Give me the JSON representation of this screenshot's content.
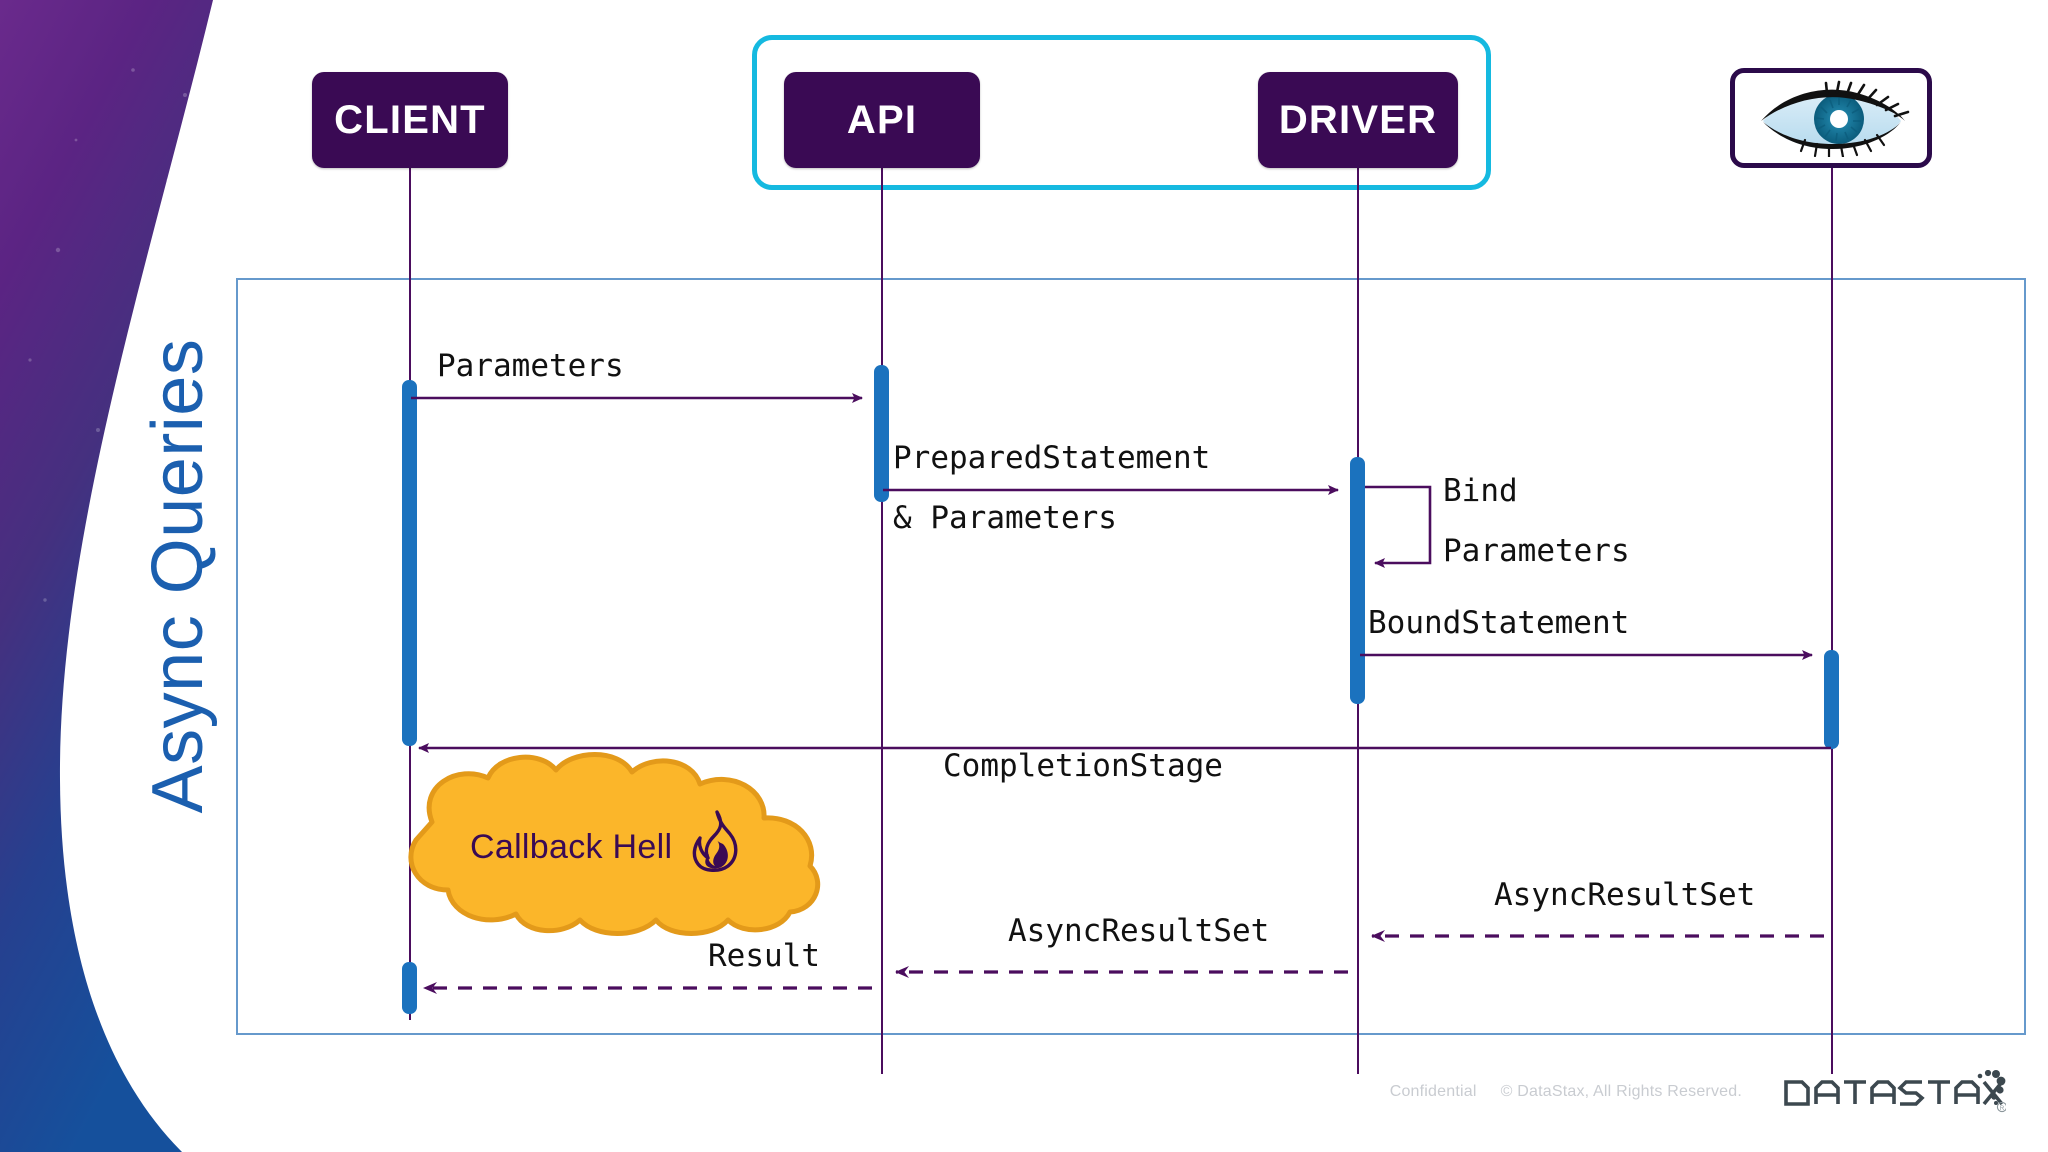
{
  "slide": {
    "side_title": "Async Queries",
    "accent_colors": {
      "participant_box": "#3A0A54",
      "group_border": "#15B9E0",
      "activation_bar": "#1B72BE",
      "lifeline": "#4B0D5E",
      "frame_border": "#6699CC",
      "title_blue": "#1B5FAF",
      "cloud_fill": "#FBB62A",
      "cloud_stroke": "#E39A1A",
      "deco_purple": "#5B2483",
      "deco_blue": "#1E4E9C"
    }
  },
  "participants": [
    {
      "id": "client",
      "label": "CLIENT",
      "icon": ""
    },
    {
      "id": "api",
      "label": "API",
      "icon": ""
    },
    {
      "id": "driver",
      "label": "DRIVER",
      "icon": ""
    },
    {
      "id": "observer",
      "label": "",
      "icon": "eye-icon"
    }
  ],
  "group": {
    "members": [
      "API",
      "DRIVER"
    ]
  },
  "messages": [
    {
      "id": "m1",
      "text": "Parameters",
      "from": "client",
      "to": "api",
      "style": "solid"
    },
    {
      "id": "m2",
      "text": "PreparedStatement",
      "from": "api",
      "to": "driver",
      "style": "solid"
    },
    {
      "id": "m2b",
      "text": "& Parameters",
      "from": "api",
      "to": "driver",
      "style": "solid"
    },
    {
      "id": "m3",
      "text": "Bind",
      "from": "driver",
      "to": "driver",
      "style": "self"
    },
    {
      "id": "m3b",
      "text": "Parameters",
      "from": "driver",
      "to": "driver",
      "style": "self"
    },
    {
      "id": "m4",
      "text": "BoundStatement",
      "from": "driver",
      "to": "observer",
      "style": "solid"
    },
    {
      "id": "m5",
      "text": "CompletionStage",
      "from": "api",
      "to": "client",
      "style": "solid"
    },
    {
      "id": "m6",
      "text": "AsyncResultSet",
      "from": "observer",
      "to": "driver",
      "style": "dashed"
    },
    {
      "id": "m7",
      "text": "AsyncResultSet",
      "from": "driver",
      "to": "api",
      "style": "dashed"
    },
    {
      "id": "m8",
      "text": "Result",
      "from": "api",
      "to": "client",
      "style": "dashed"
    }
  ],
  "annotation": {
    "cloud_label": "Callback Hell",
    "cloud_icon": "flame-icon"
  },
  "footer": {
    "confidential": "Confidential",
    "copyright": "© DataStax, All Rights Reserved.",
    "logo_text": "DATASTAX",
    "logo_mark": "registered-trademark"
  }
}
